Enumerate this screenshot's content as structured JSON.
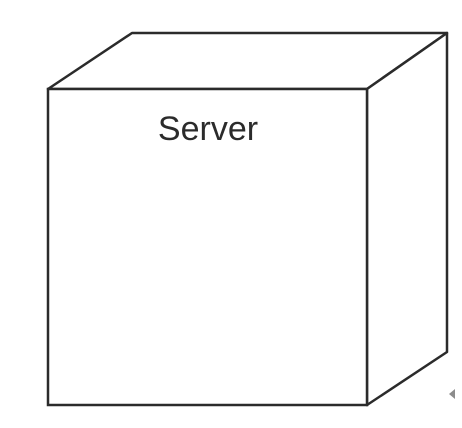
{
  "diagram": {
    "type": "uml-deployment-node",
    "node": {
      "label": "Server",
      "shape": "3d-box"
    },
    "colors": {
      "background": "#ffffff",
      "stroke": "#2b2b2b",
      "text": "#2b2b2b",
      "marker": "#8c8c8c"
    }
  }
}
